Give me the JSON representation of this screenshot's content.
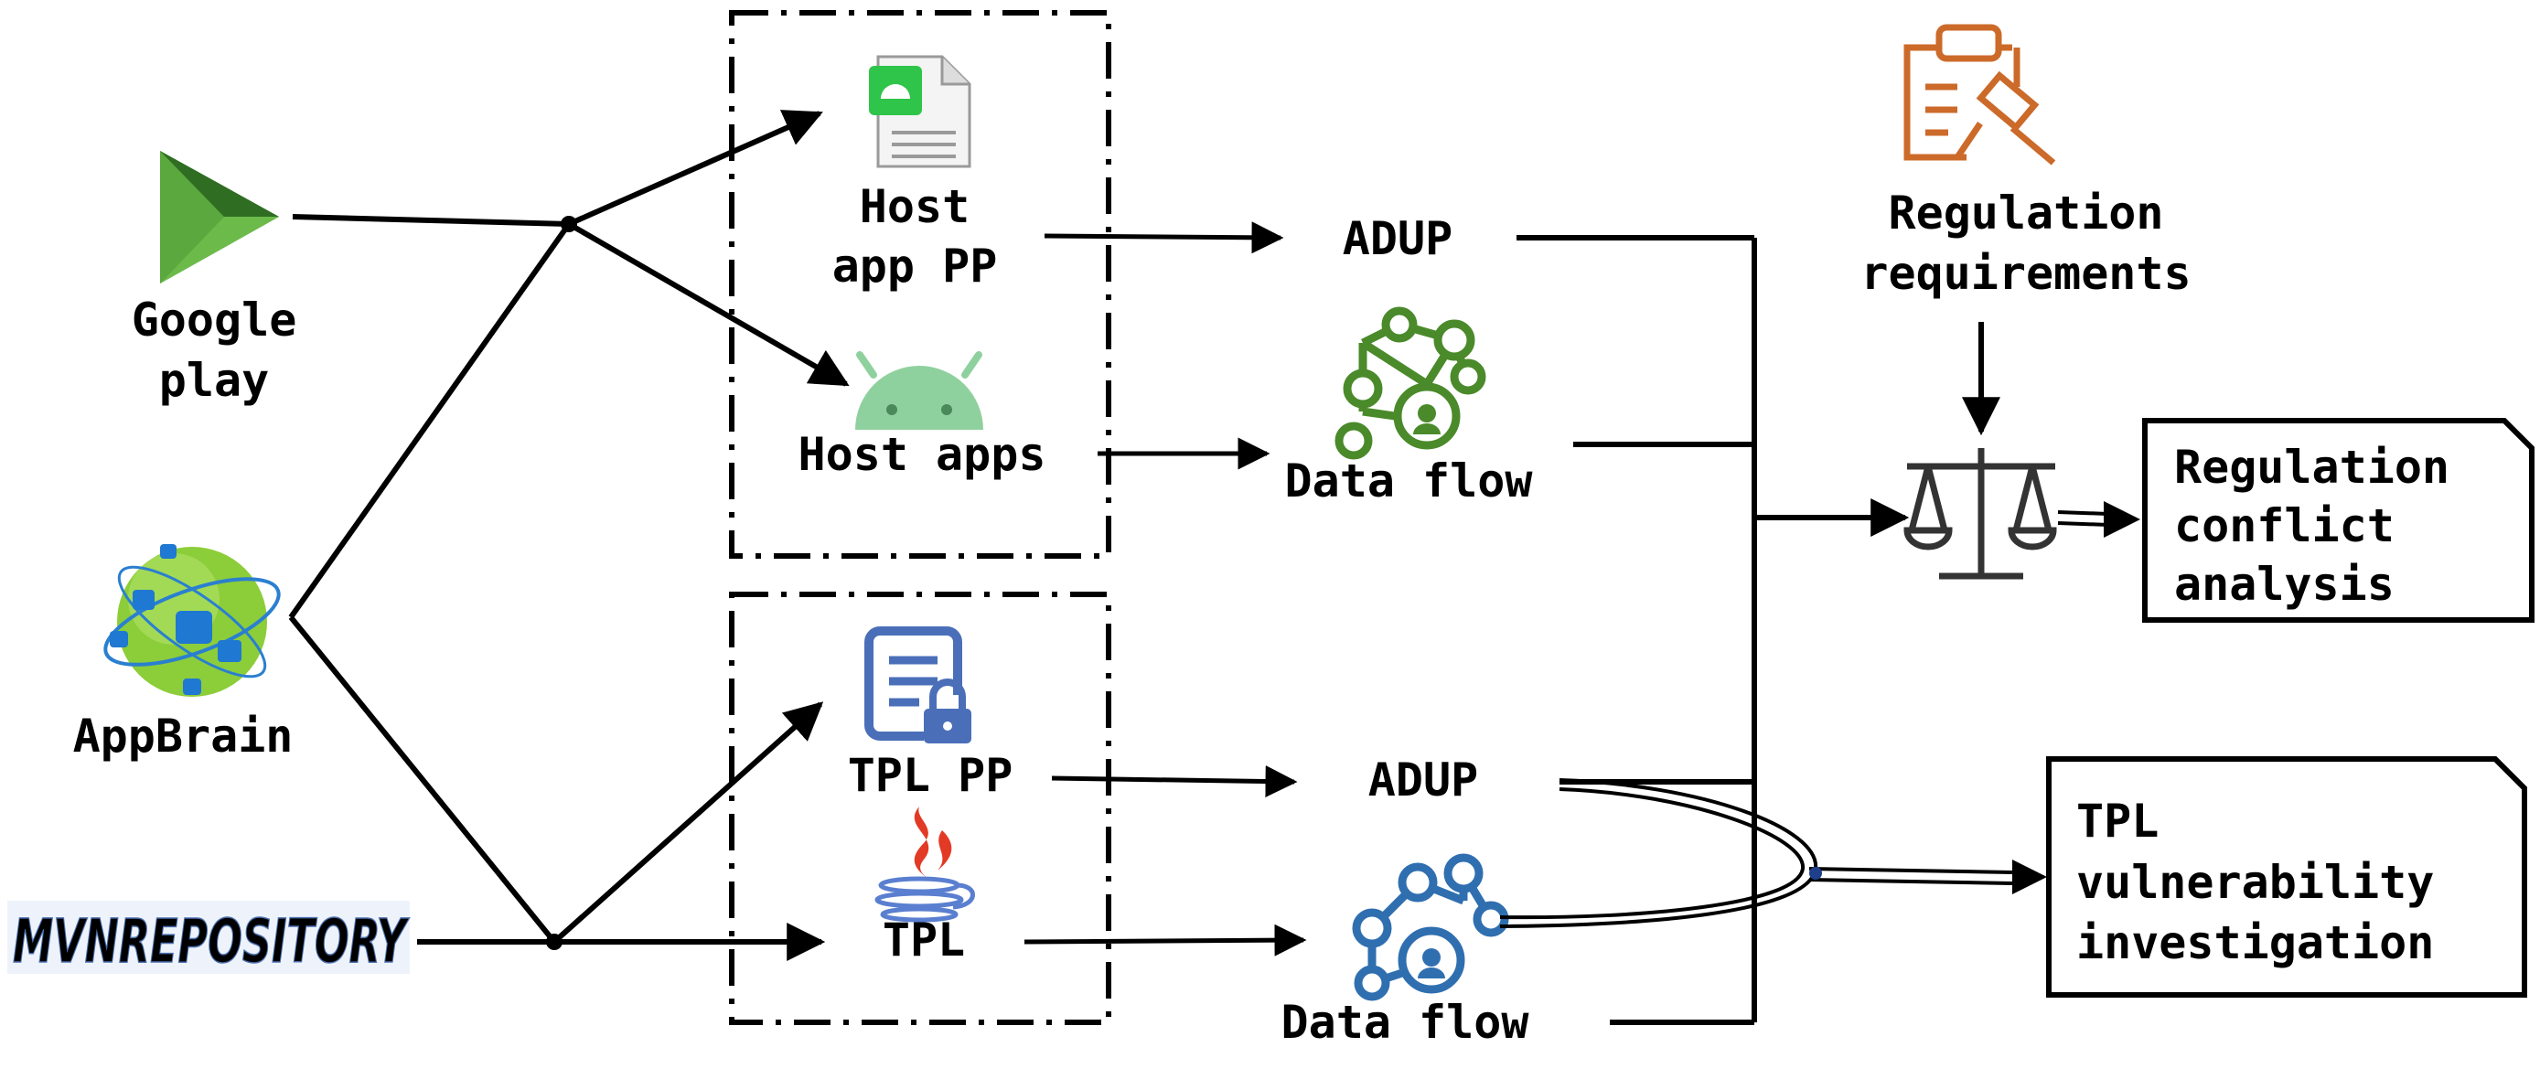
{
  "labels": {
    "google_play": [
      "Google",
      "play"
    ],
    "appbrain": "AppBrain",
    "mvn": "MVNREPOSITORY",
    "host_app_pp": [
      "Host",
      "app PP"
    ],
    "host_apps": "Host apps",
    "tpl_pp": "TPL PP",
    "tpl": "TPL",
    "adup_top": "ADUP",
    "data_flow_top": "Data flow",
    "adup_bottom": "ADUP",
    "data_flow_bottom": "Data flow",
    "regulation_requirements": [
      "Regulation",
      "requirements"
    ],
    "regulation_conflict": [
      "Regulation",
      "conflict",
      "analysis"
    ],
    "tpl_vulnerability": [
      "TPL",
      "vulnerability",
      "investigation"
    ]
  },
  "icons": {
    "google_play": "google-play-icon",
    "appbrain": "appbrain-globe-icon",
    "host_app_pp": "android-document-icon",
    "host_apps": "android-robot-icon",
    "tpl_pp": "locked-document-icon",
    "tpl": "java-cup-icon",
    "data_flow": "network-graph-icon",
    "regulation": "clipboard-gavel-icon",
    "analysis": "balance-scale-icon"
  },
  "colors": {
    "google_play": "#3f8b2e",
    "android": "#8fd19e",
    "android_doc_badge": "#2fc44a",
    "tpl_doc": "#4a6fb8",
    "java_red": "#e23a24",
    "java_blue": "#5a7fd0",
    "data_flow_top": "#4a8a2a",
    "data_flow_bottom": "#2f6fb0",
    "regulation": "#cc6a2a",
    "mvn": "#6a8fd0",
    "scale": "#333333"
  }
}
